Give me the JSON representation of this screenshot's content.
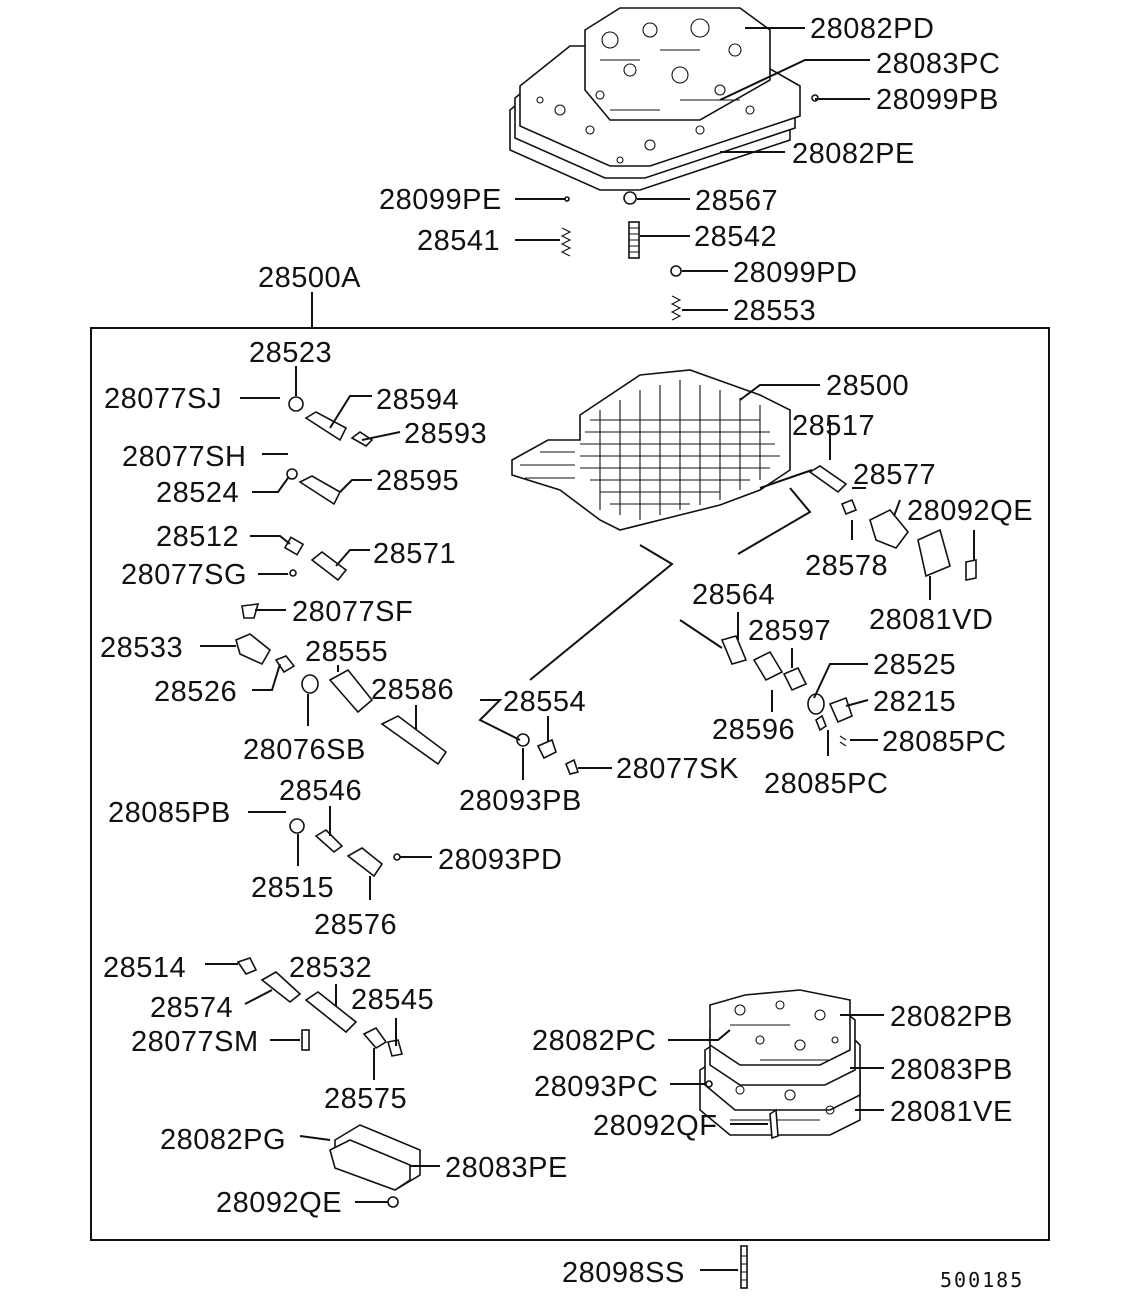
{
  "diagram": {
    "assembly_label": "28500A",
    "figure_code": "500185",
    "labels": {
      "p28082PD": "28082PD",
      "p28083PC": "28083PC",
      "p28099PB": "28099PB",
      "p28082PE": "28082PE",
      "p28099PE": "28099PE",
      "p28567": "28567",
      "p28541": "28541",
      "p28542": "28542",
      "p28099PD": "28099PD",
      "p28553": "28553",
      "p28523": "28523",
      "p28077SJ": "28077SJ",
      "p28594": "28594",
      "p28593": "28593",
      "p28077SH": "28077SH",
      "p28524": "28524",
      "p28595": "28595",
      "p28512": "28512",
      "p28571": "28571",
      "p28077SG": "28077SG",
      "p28077SF": "28077SF",
      "p28533": "28533",
      "p28555": "28555",
      "p28526": "28526",
      "p28586": "28586",
      "p28076SB": "28076SB",
      "p28500": "28500",
      "p28517": "28517",
      "p28577": "28577",
      "p28092QE_top": "28092QE",
      "p28578": "28578",
      "p28081VD": "28081VD",
      "p28564": "28564",
      "p28597": "28597",
      "p28525": "28525",
      "p28215": "28215",
      "p28596": "28596",
      "p28085PC_a": "28085PC",
      "p28085PC_b": "28085PC",
      "p28554": "28554",
      "p28077SK": "28077SK",
      "p28093PB": "28093PB",
      "p28085PB": "28085PB",
      "p28546": "28546",
      "p28093PD": "28093PD",
      "p28515": "28515",
      "p28576": "28576",
      "p28514": "28514",
      "p28532": "28532",
      "p28574": "28574",
      "p28545": "28545",
      "p28077SM": "28077SM",
      "p28575": "28575",
      "p28082PB": "28082PB",
      "p28082PC": "28082PC",
      "p28083PB": "28083PB",
      "p28093PC": "28093PC",
      "p28092QF": "28092QF",
      "p28081VE": "28081VE",
      "p28082PG": "28082PG",
      "p28083PE": "28083PE",
      "p28092QE_bottom": "28092QE",
      "p28098SS": "28098SS"
    }
  }
}
